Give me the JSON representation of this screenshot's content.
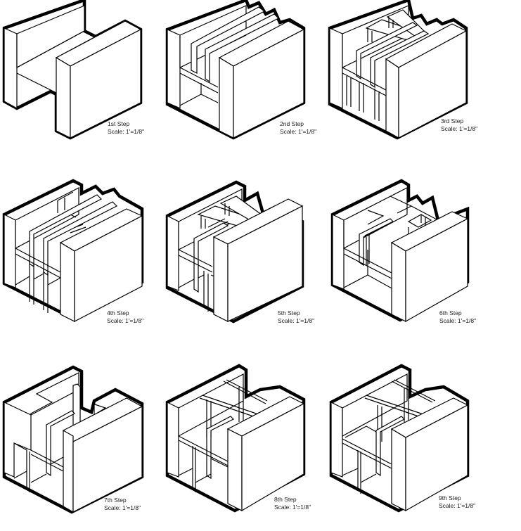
{
  "diagram": {
    "type": "isometric-step-sequence",
    "layout": {
      "rows": 3,
      "cols": 3
    },
    "stroke_color": "#000000",
    "background": "#ffffff",
    "steps": [
      {
        "label": "1st Step",
        "scale": "Scale: 1'=1/8\""
      },
      {
        "label": "2nd Step",
        "scale": "Scale: 1'=1/8\""
      },
      {
        "label": "3rd Step",
        "scale": "Scale: 1'=1/8\""
      },
      {
        "label": "4th Step",
        "scale": "Scale: 1'=1/8\""
      },
      {
        "label": "5th Step",
        "scale": "Scale: 1'=1/8\""
      },
      {
        "label": "6th Step",
        "scale": "Scale: 1'=1/8\""
      },
      {
        "label": "7th Step",
        "scale": "Scale: 1'=1/8\""
      },
      {
        "label": "8th Step",
        "scale": "Scale: 1'=1/8\""
      },
      {
        "label": "9th Step",
        "scale": "Scale: 1'=1/8\""
      }
    ]
  }
}
